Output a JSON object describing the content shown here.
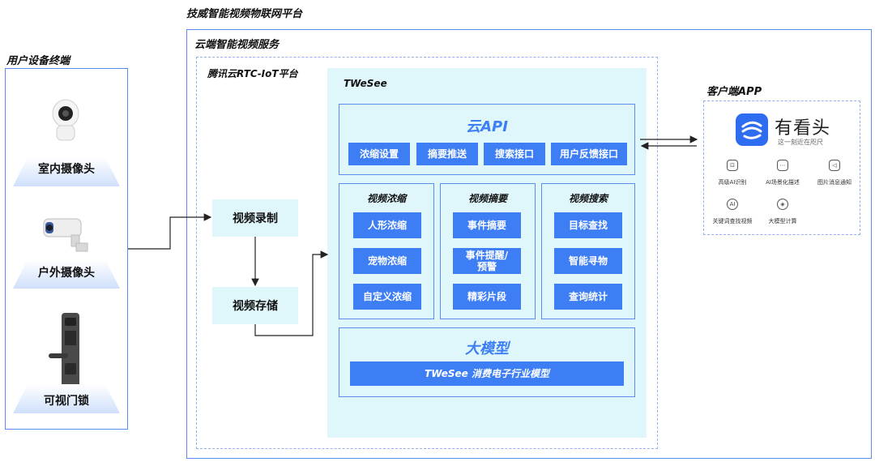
{
  "platform_title": "技威智能视频物联网平台",
  "device_section": {
    "title": "用户设备终端",
    "devices": [
      {
        "label": "室内摄像头",
        "icon": "indoor-camera-icon"
      },
      {
        "label": "户外摄像头",
        "icon": "outdoor-camera-icon"
      },
      {
        "label": "可视门锁",
        "icon": "smart-door-lock-icon"
      }
    ]
  },
  "cloud": {
    "title": "云端智能视频服务",
    "rtc_title": "腾讯云RTC-IoT平台",
    "record": "视频录制",
    "storage": "视频存储",
    "twesee": {
      "title": "TWeSee",
      "api_title": "云API",
      "api_buttons": [
        "浓缩设置",
        "摘要推送",
        "搜索接口",
        "用户反馈接口"
      ],
      "columns": [
        {
          "title": "视频浓缩",
          "items": [
            "人形浓缩",
            "宠物浓缩",
            "自定义浓缩"
          ]
        },
        {
          "title": "视频摘要",
          "items": [
            "事件摘要",
            "事件提醒/预警",
            "精彩片段"
          ]
        },
        {
          "title": "视频搜索",
          "items": [
            "目标查找",
            "智能寻物",
            "查询统计"
          ]
        }
      ],
      "model_title": "大模型",
      "model_bar": "TWeSee 消费电子行业模型"
    }
  },
  "client": {
    "title": "客户端APP",
    "app_name": "有看头",
    "slogan": "这一刻近在咫尺",
    "features": [
      {
        "label": "高级AI识别",
        "icon": "ai-recognition-icon"
      },
      {
        "label": "AI场景化描述",
        "icon": "chat-description-icon"
      },
      {
        "label": "图片消息通知",
        "icon": "speaker-notify-icon"
      },
      {
        "label": "关键词查找视频",
        "icon": "ai-search-icon"
      },
      {
        "label": "大模型计算",
        "icon": "model-compute-icon"
      }
    ]
  },
  "colors": {
    "accent": "#3d7ef4",
    "border": "#5b8def",
    "light_cyan": "#dff7fb"
  }
}
